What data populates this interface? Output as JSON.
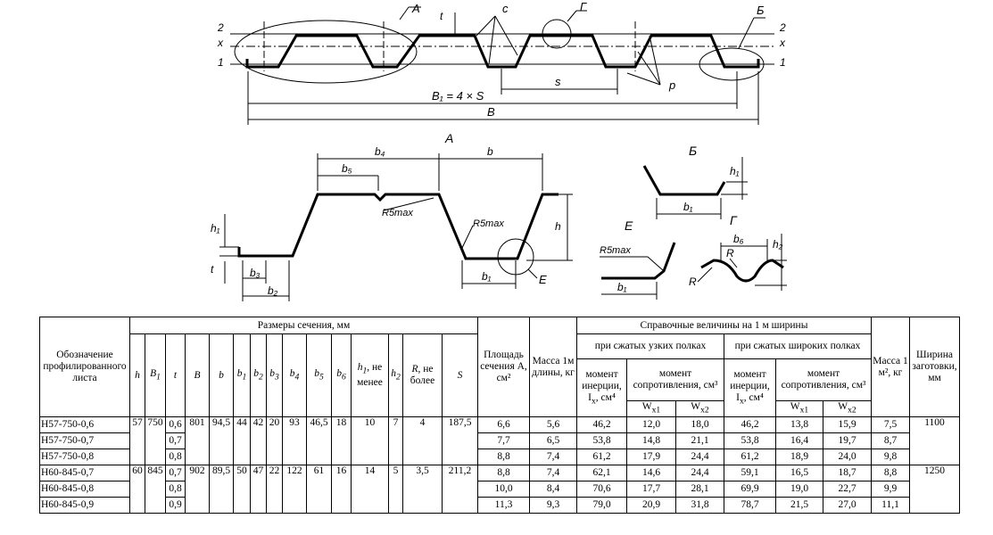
{
  "drawing": {
    "top": {
      "level_labels_left": [
        "2",
        "x",
        "1"
      ],
      "level_labels_right": [
        "2",
        "x",
        "1"
      ],
      "callout_A": "А",
      "callout_B": "Б",
      "callout_G": "Г",
      "callout_c": "c",
      "callout_p": "p",
      "t_label": "t",
      "s_label": "s",
      "b1_formula": "B₁ = 4 × S",
      "b_label": "B"
    },
    "view_A": {
      "title": "А",
      "b4": "b₄",
      "b": "b",
      "b5": "b₅",
      "r5_left": "R5max",
      "r5_right": "R5max",
      "h1": "h₁",
      "t": "t",
      "h": "h",
      "b3": "b₃",
      "b2": "b₂",
      "b1": "b₁",
      "E_ref": "E"
    },
    "view_B": {
      "title": "Б",
      "h1": "h₁",
      "b1": "b₁"
    },
    "view_E": {
      "title": "E",
      "r5": "R5max",
      "b1": "b₁"
    },
    "view_G": {
      "title": "Г",
      "b6": "b₆",
      "h2": "h₂",
      "R": "R",
      "R2": "R"
    }
  },
  "table": {
    "headers": {
      "designation": "Обозначение профилированного листа",
      "section_dims": "Размеры сечения, мм",
      "area": "Площадь сечения А, см²",
      "mass_1m": "Масса 1м длины, кг",
      "reference": "Справочные величины на 1 м ширины",
      "narrow": "при сжатых узких полках",
      "wide": "при сжатых широких полках",
      "inertia": "момент инерции, I",
      "inertia_sub": "x",
      "inertia_unit": ", см⁴",
      "resistance": "момент сопротивления, см³",
      "wx1": "W",
      "wx1_sub": "x1",
      "wx2": "W",
      "wx2_sub": "x2",
      "mass_m2": "Масса 1 м², кг",
      "blank_width": "Ширина заготовки, мм",
      "h": "h",
      "B1": "B",
      "B1_sub": "1",
      "t": "t",
      "B": "B",
      "b": "b",
      "b1": "b",
      "b1_sub": "1",
      "b2": "b",
      "b2_sub": "2",
      "b3": "b",
      "b3_sub": "3",
      "b4": "b",
      "b4_sub": "4",
      "b5": "b",
      "b5_sub": "5",
      "b6": "b",
      "b6_sub": "6",
      "h1": "h",
      "h1_sub": "1",
      "h1_rest": ", не менее",
      "h2": "h",
      "h2_sub": "2",
      "R": "R",
      "R_rest": ", не более",
      "S": "S"
    },
    "groups": [
      {
        "rowspan": 3,
        "shared": {
          "h": "57",
          "B1": "750",
          "B": "801",
          "b": "94,5",
          "b1": "44",
          "b2": "42",
          "b3": "20",
          "b4": "93",
          "b5": "46,5",
          "b6": "18",
          "h1": "10",
          "h2": "7",
          "R": "4",
          "S": "187,5",
          "blank_width": "1100"
        },
        "rows": [
          {
            "name": "Н57-750-0,6",
            "t": "0,6",
            "area": "6,6",
            "mass": "5,6",
            "ix_n": "46,2",
            "wx1_n": "12,0",
            "wx2_n": "18,0",
            "ix_w": "46,2",
            "wx1_w": "13,8",
            "wx2_w": "15,9",
            "m2": "7,5"
          },
          {
            "name": "Н57-750-0,7",
            "t": "0,7",
            "area": "7,7",
            "mass": "6,5",
            "ix_n": "53,8",
            "wx1_n": "14,8",
            "wx2_n": "21,1",
            "ix_w": "53,8",
            "wx1_w": "16,4",
            "wx2_w": "19,7",
            "m2": "8,7"
          },
          {
            "name": "Н57-750-0,8",
            "t": "0,8",
            "area": "8,8",
            "mass": "7,4",
            "ix_n": "61,2",
            "wx1_n": "17,9",
            "wx2_n": "24,4",
            "ix_w": "61,2",
            "wx1_w": "18,9",
            "wx2_w": "24,0",
            "m2": "9,8"
          }
        ]
      },
      {
        "rowspan": 3,
        "shared": {
          "h": "60",
          "B1": "845",
          "B": "902",
          "b": "89,5",
          "b1": "50",
          "b2": "47",
          "b3": "22",
          "b4": "122",
          "b5": "61",
          "b6": "16",
          "h1": "14",
          "h2": "5",
          "R": "3,5",
          "S": "211,2",
          "blank_width": "1250"
        },
        "rows": [
          {
            "name": "Н60-845-0,7",
            "t": "0,7",
            "area": "8,8",
            "mass": "7,4",
            "ix_n": "62,1",
            "wx1_n": "14,6",
            "wx2_n": "24,4",
            "ix_w": "59,1",
            "wx1_w": "16,5",
            "wx2_w": "18,7",
            "m2": "8,8"
          },
          {
            "name": "Н60-845-0,8",
            "t": "0,8",
            "area": "10,0",
            "mass": "8,4",
            "ix_n": "70,6",
            "wx1_n": "17,7",
            "wx2_n": "28,1",
            "ix_w": "69,9",
            "wx1_w": "19,0",
            "wx2_w": "22,7",
            "m2": "9,9"
          },
          {
            "name": "Н60-845-0,9",
            "t": "0,9",
            "area": "11,3",
            "mass": "9,3",
            "ix_n": "79,0",
            "wx1_n": "20,9",
            "wx2_n": "31,8",
            "ix_w": "78,7",
            "wx1_w": "21,5",
            "wx2_w": "27,0",
            "m2": "11,1"
          }
        ]
      }
    ]
  }
}
